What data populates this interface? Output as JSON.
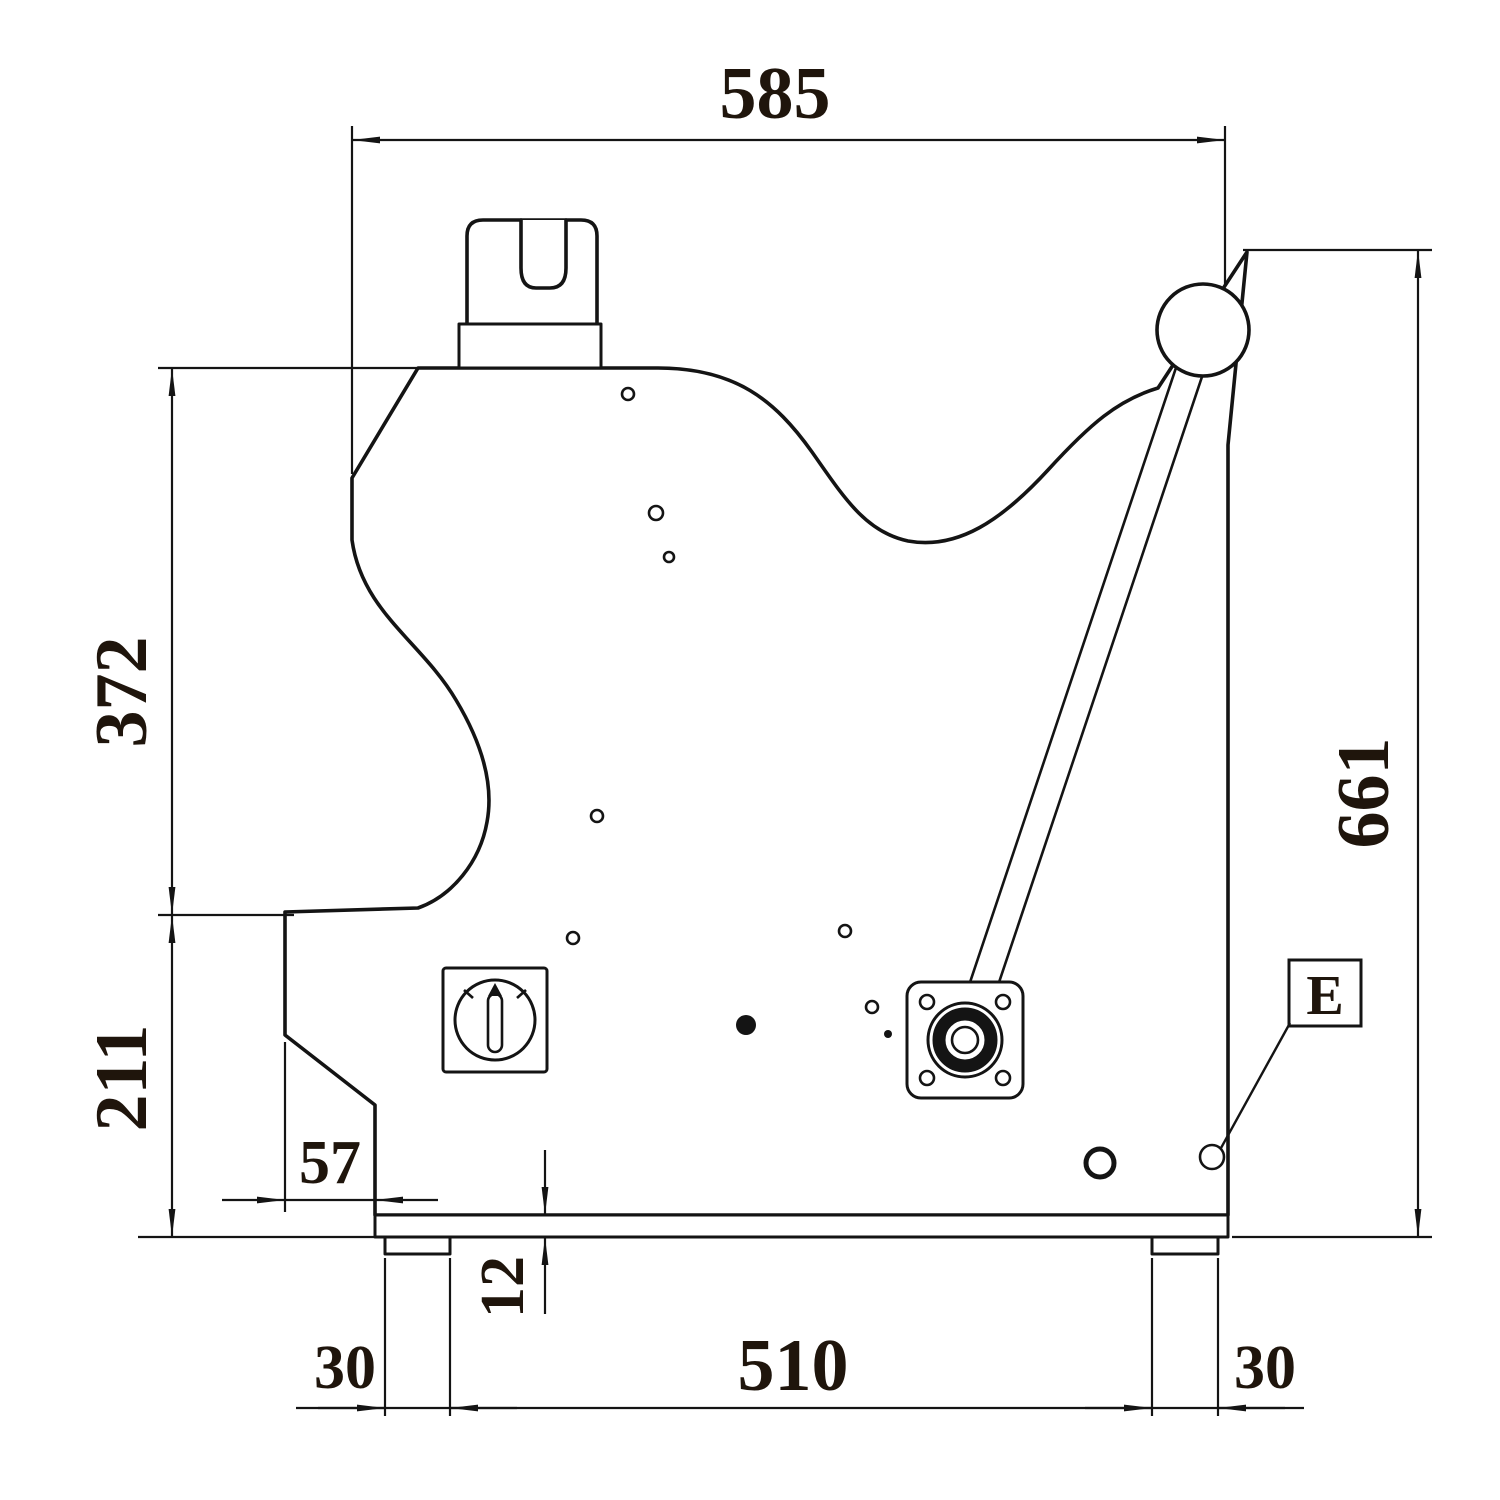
{
  "drawing": {
    "kind": "engineering-dimension-drawing",
    "view": "side elevation of machine frame with hand lever",
    "units": "mm",
    "line_color": "#141414",
    "text_color": "#1f150c",
    "background_color": "#ffffff",
    "dimensions": {
      "top_width": "585",
      "upper_left_height": "372",
      "lower_left_height": "211",
      "overall_height_right": "661",
      "lower_step_width": "57",
      "base_plate_thickness": "12",
      "left_foot_width": "30",
      "feet_span": "510",
      "right_foot_width": "30"
    },
    "callout": {
      "label": "E"
    }
  }
}
